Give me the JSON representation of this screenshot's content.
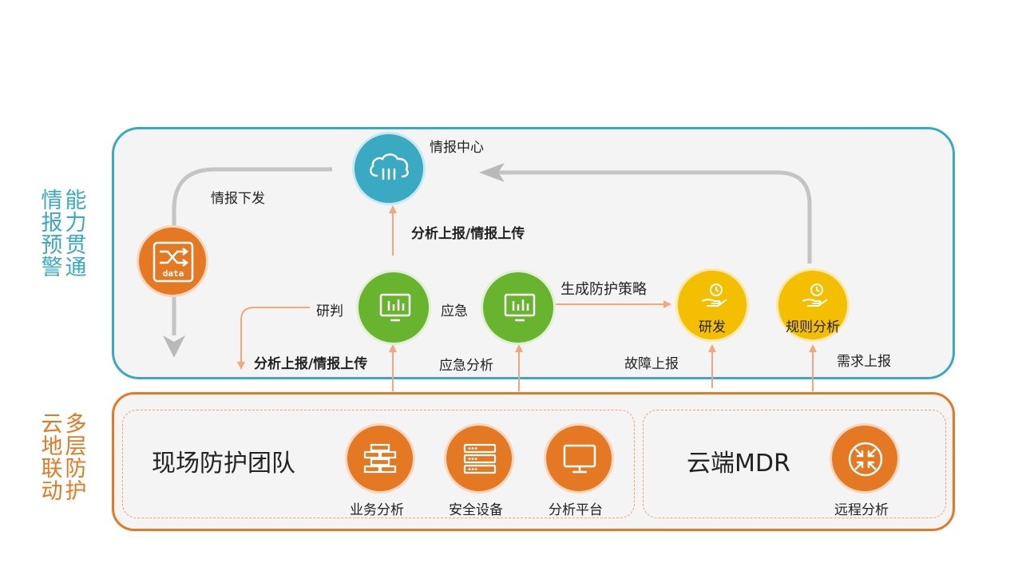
{
  "top_title": {
    "col1": "情\n报\n预\n警",
    "col2": "能\n力\n贯\n通"
  },
  "bottom_title": {
    "col1": "云\n地\n联\n动",
    "col2": "多\n层\n防\n护"
  },
  "nodes": {
    "intel_center": "情报中心",
    "research": "研判",
    "emergency": "应急",
    "dev": "研发",
    "rule_analysis": "规则分析",
    "business_analysis": "业务分析",
    "security_device": "安全设备",
    "analysis_platform": "分析平台",
    "remote_analysis": "远程分析"
  },
  "icons": {
    "intel_center": "cloud-icon",
    "data_switch": "data-shuffle-icon",
    "research": "monitor-chart-icon",
    "emergency": "monitor-chart-icon",
    "dev": "hand-clock-icon",
    "rule_analysis": "hand-clock-icon",
    "business_analysis": "brick-wall-icon",
    "security_device": "server-rack-icon",
    "analysis_platform": "monitor-icon",
    "remote_analysis": "compress-arrows-icon"
  },
  "edges": {
    "intel_down": "情报下发",
    "upload_top": "分析上报/情报上传",
    "upload_left": "分析上报/情报上传",
    "emergency_analysis": "应急分析",
    "gen_strategy": "生成防护策略",
    "fault_report": "故障上报",
    "demand_report": "需求上报"
  },
  "groups": {
    "onsite_team": "现场防护团队",
    "cloud_mdr": "云端MDR"
  },
  "colors": {
    "teal": "#3aa9c2",
    "orange": "#e57823",
    "green": "#68b42e",
    "yellow": "#f3bf00",
    "arrow": "#f5a77a",
    "gray_arrow": "#c4c4c4"
  }
}
